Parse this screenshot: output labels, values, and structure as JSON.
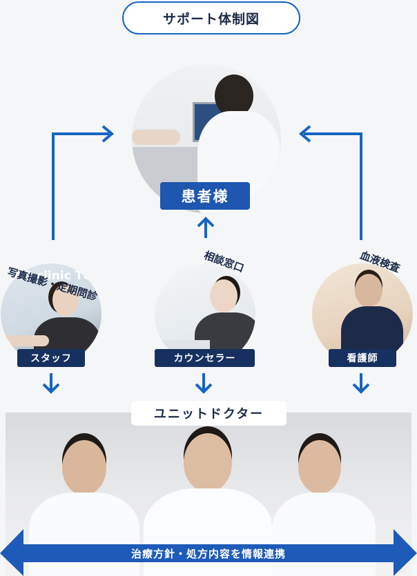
{
  "title": "サポート体制図",
  "patient": {
    "label": "患者様"
  },
  "staff_roles": [
    {
      "label": "スタッフ",
      "annotation": "写真撮影・定期問診"
    },
    {
      "label": "カウンセラー",
      "annotation": "相談窓口"
    },
    {
      "label": "看護師",
      "annotation": "血液検査"
    }
  ],
  "unit_doctor": {
    "label": "ユニットドクター"
  },
  "bottom_bar": {
    "text": "治療方針・処方内容を情報連携"
  },
  "colors": {
    "accent_blue": "#1565c0",
    "dark_navy": "#16305f",
    "label_blue": "#1e56b0"
  },
  "photo_text": {
    "staff_sign": "D clinic TO"
  }
}
